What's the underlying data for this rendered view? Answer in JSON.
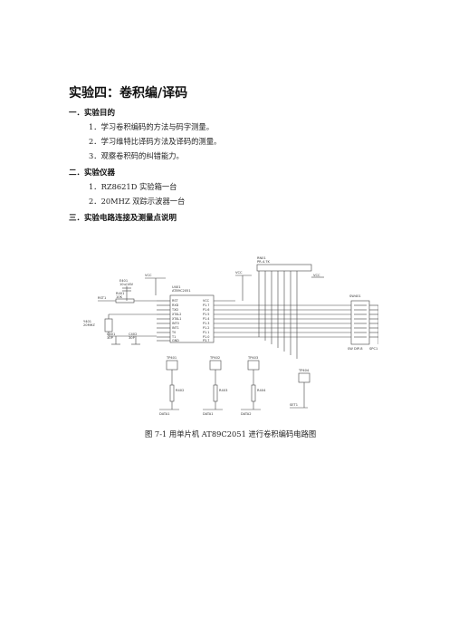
{
  "doc": {
    "title": "实验四：卷积编/译码",
    "section1": "一．实验目的",
    "objectives": [
      "1．学习卷积编码的方法与码字测量。",
      "2．学习维特比译码方法及译码的测量。",
      "3．观察卷积码的纠错能力。"
    ],
    "section2": "二．实验仪器",
    "instruments": [
      "1．RZ8621D 实验箱一台",
      "2．20MHZ 双踪示波器一台"
    ],
    "section3": "三．实验电路连接及测量点说明",
    "caption": "图 7-1  用单片机 AT89C2051 进行卷积编码电路图"
  },
  "schematic": {
    "labels": {
      "rn": "RN01",
      "rn_val": "PR-4.7K",
      "vcc1": "VCC",
      "vcc2": "VCC",
      "vcc3": "VCC",
      "cap": "E401",
      "cap_val": "10u/16V",
      "res": "R401",
      "res_val": "10K",
      "rst": "RST1",
      "u": "U401",
      "u_part": "AT89C2051",
      "crystal": "Y401",
      "crystal_val": "20MHZ",
      "c1": "C401",
      "c1_val": "30P",
      "c2": "C402",
      "c2_val": "30P",
      "r402": "R402",
      "r403": "R403",
      "r404": "R404",
      "switch": "SW401",
      "switch_name": "SW DIP-8",
      "tp1": "TP401",
      "tp2": "TP402",
      "tp3": "TP403",
      "tp4": "TP404",
      "net1": "DATA1",
      "net2": "DATA1",
      "net3": "DATA2",
      "net4": "SET1",
      "net_right": "SPC1"
    },
    "pins_left": [
      "RST",
      "RXD",
      "TXD",
      "XTAL2",
      "XTAL1",
      "INT0",
      "INT1",
      "T0",
      "T1",
      "GND"
    ],
    "pins_right": [
      "VCC",
      "P1.7",
      "P1.6",
      "P1.5",
      "P1.4",
      "P1.3",
      "P1.2",
      "P1.1",
      "P1.0",
      "P3.7"
    ]
  }
}
